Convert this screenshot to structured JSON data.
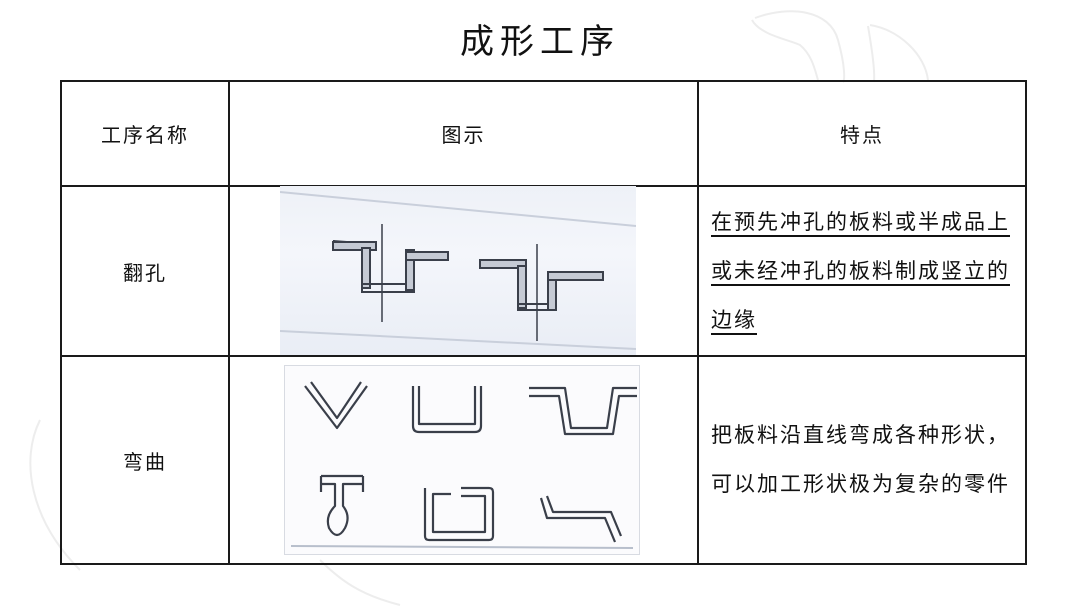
{
  "page": {
    "title": "成形工序"
  },
  "table": {
    "headers": [
      "工序名称",
      "图示",
      "特点"
    ],
    "rows": [
      {
        "name": "翻孔",
        "figure": "flanging-hole-diagram",
        "figure_description": "两个翻孔截面示意图（带中心线的板料翻边成竖立边缘）",
        "description": "在预先冲孔的板料或半成品上或未经冲孔的板料制成竖立的边缘",
        "description_underlined": true
      },
      {
        "name": "弯曲",
        "figure": "bending-shapes-diagram",
        "figure_description": "六种弯曲件形状：V形、U形、帽形、吊钩形、C形、Z形",
        "description": "把板料沿直线弯成各种形状，可以加工形状极为复杂的零件",
        "description_underlined": false
      }
    ]
  },
  "colors": {
    "border": "#1a1a1a",
    "text": "#111111",
    "figure_stroke": "#3a3f4a",
    "figure_bg": "#eef1f7"
  }
}
